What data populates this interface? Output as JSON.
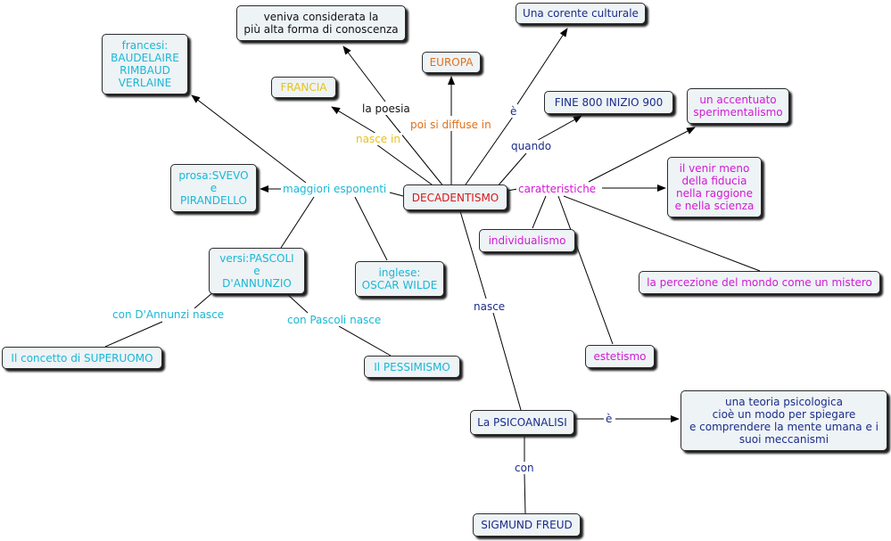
{
  "colors": {
    "cyan": "#19b8d6",
    "navy": "#1b2c8a",
    "magenta": "#d21ad2",
    "orange": "#e2701a",
    "yellow": "#e6c21a",
    "red": "#d81818",
    "line": "#000000"
  },
  "nodes": {
    "decadentismo": "DECADENTISMO",
    "forma_conoscenza": "veniva considerata la\npiù alta forma di conoscenza",
    "corrente_culturale": "Una corente culturale",
    "europa": "EUROPA",
    "francia": "FRANCIA",
    "francesi": "francesi:\nBAUDELAIRE\nRIMBAUD\nVERLAINE",
    "fine_800": "FINE 800 INIZIO 900",
    "sperimentalismo": "un accentuato\nsperimentalismo",
    "fiducia": "il venir meno\ndella fiducia\nnella raggione\ne nella scienza",
    "prosa": "prosa:SVEVO\ne\nPIRANDELLO",
    "individualismo": "individualismo",
    "versi": "versi:PASCOLI\ne\nD'ANNUNZIO",
    "inglese": "inglese:\nOSCAR WILDE",
    "percezione": "la percezione del mondo come un mistero",
    "superuomo": "Il concetto di SUPERUOMO",
    "pessimismo": "Il PESSIMISMO",
    "estetismo": "estetismo",
    "psicoanalisi": "La PSICOANALISI",
    "teoria": "una teoria psicologica\ncioè un modo per spiegare\ne comprendere la mente umana e i\nsuoi meccanismi",
    "freud": "SIGMUND FREUD"
  },
  "links": {
    "la_poesia": "la poesia",
    "poi_si_diffuse": "poi si diffuse in",
    "e_accent": "è",
    "nasce_in": "nasce in",
    "quando": "quando",
    "maggiori_esponenti": "maggiori esponenti",
    "caratteristiche": "caratteristiche",
    "con_dannunzi": "con D'Annunzi nasce",
    "con_pascoli": "con Pascoli nasce",
    "nasce": "nasce",
    "e_psico": "è",
    "con": "con"
  }
}
